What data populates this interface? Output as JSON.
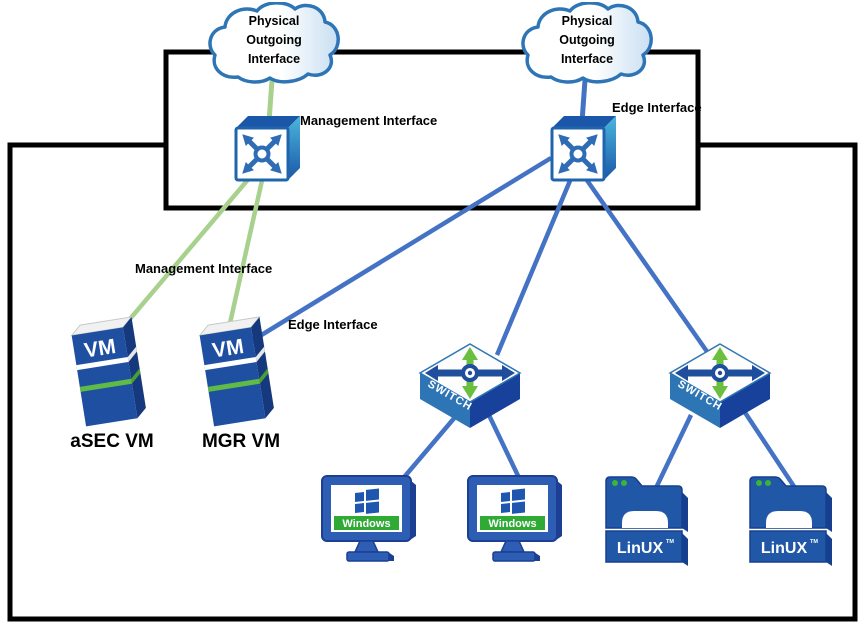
{
  "cloud_label": {
    "line1": "Physical",
    "line2": "Outgoing",
    "line3": "Interface"
  },
  "interface_labels": {
    "management_top": "Management Interface",
    "edge_top": "Edge Interface",
    "management_mid": "Management Interface",
    "edge_mid": "Edge Interface"
  },
  "devices": {
    "asec_vm": "aSEC VM",
    "mgr_vm": "MGR VM"
  },
  "icon_text": {
    "vm": "VM",
    "switch": "SWITCH",
    "windows": "Windows",
    "linux": "LinUX",
    "tm": "TM"
  },
  "colors": {
    "management_line": "#a9d18e",
    "edge_line": "#4472c4",
    "box_border": "#000000",
    "cloud_stroke": "#2e75b6",
    "navy": "#1f4e9c",
    "medium_blue": "#2e75b6",
    "accent_green": "#6abf3f",
    "banner_green": "#2faa35"
  }
}
